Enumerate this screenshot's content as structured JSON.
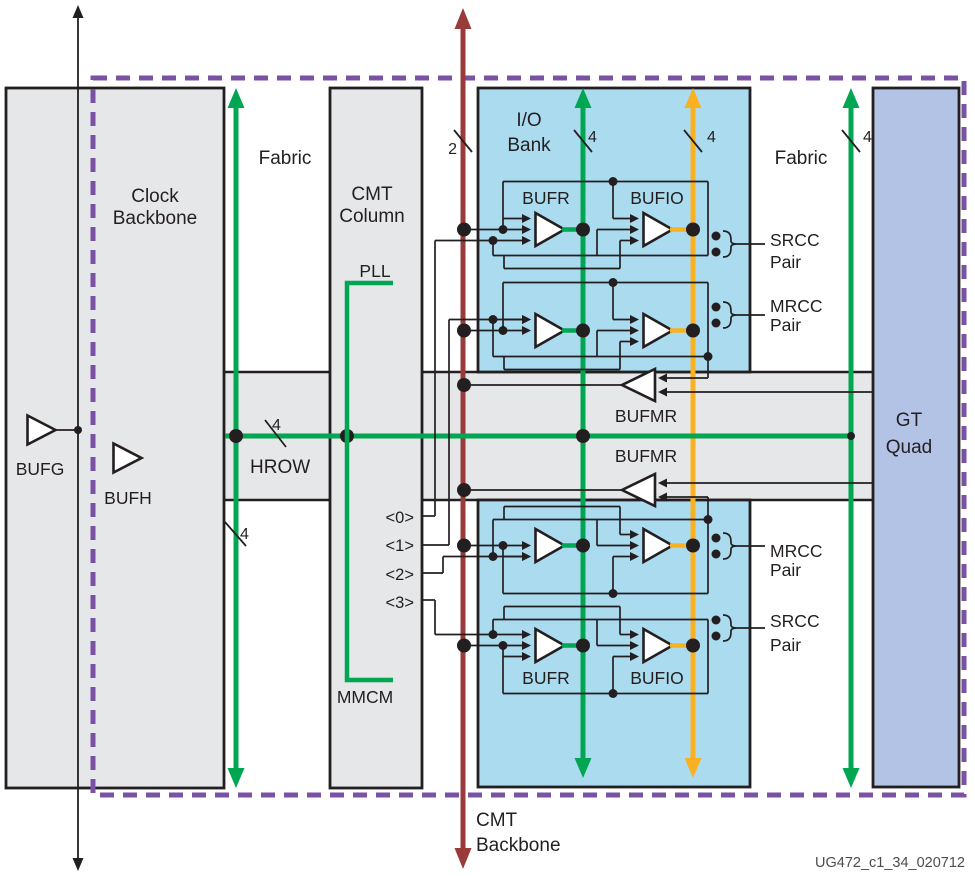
{
  "diagram_footer": "UG472_c1_34_020712",
  "labels": {
    "clock_backbone": [
      "Clock",
      "Backbone"
    ],
    "fabric": "Fabric",
    "cmt_column": [
      "CMT",
      "Column"
    ],
    "io_bank": [
      "I/O",
      "Bank"
    ],
    "gt_quad": [
      "GT",
      "Quad"
    ],
    "hrow": "HROW",
    "cmt_backbone": [
      "CMT",
      "Backbone"
    ],
    "pll": "PLL",
    "mmcm": "MMCM",
    "bufg": "BUFG",
    "bufh": "BUFH",
    "bufr": "BUFR",
    "bufio": "BUFIO",
    "bufmr": "BUFMR"
  },
  "cmt_taps": [
    "<0>",
    "<1>",
    "<2>",
    "<3>"
  ],
  "clock_pairs": [
    {
      "line1": "SRCC",
      "line2": "Pair"
    },
    {
      "line1": "MRCC",
      "line2": "Pair"
    },
    {
      "line1": "MRCC",
      "line2": "Pair"
    },
    {
      "line1": "SRCC",
      "line2": "Pair"
    }
  ],
  "bus_ticks": {
    "cmt_backbone_width": "2",
    "bufr_bus_width": "4",
    "bufio_bus_width": "4",
    "gt_fabric_width": "4",
    "hrow_width": "4",
    "fabric_width": "4"
  },
  "colors": {
    "region_border_purple": "#7A52A3",
    "clock_green": "#00A651",
    "io_clock_orange": "#F9B021",
    "cmt_backbone_maroon": "#993B3B",
    "box_gray": "#E6E7E8",
    "io_bank_blue": "#ABDBEF",
    "gt_quad_blue": "#B3C3E6",
    "wire_black": "#231F20"
  }
}
